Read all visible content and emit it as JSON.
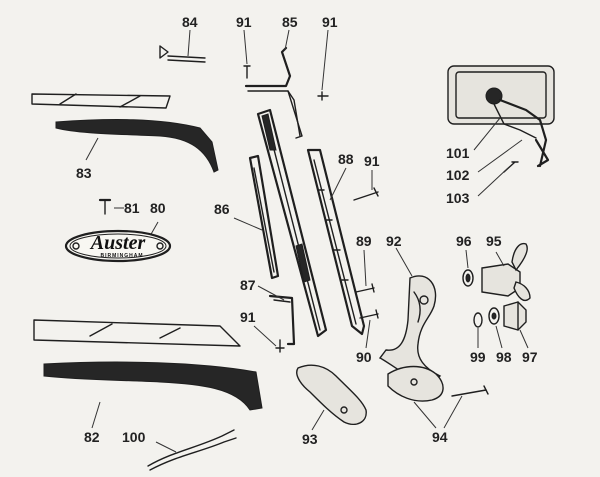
{
  "diagram": {
    "badge": {
      "brand": "Auster",
      "city": "BIRMINGHAM"
    },
    "callouts": [
      {
        "id": "c84",
        "text": "84"
      },
      {
        "id": "c91a",
        "text": "91"
      },
      {
        "id": "c85",
        "text": "85"
      },
      {
        "id": "c91b",
        "text": "91"
      },
      {
        "id": "c83",
        "text": "83"
      },
      {
        "id": "c88",
        "text": "88"
      },
      {
        "id": "c91c",
        "text": "91"
      },
      {
        "id": "c101",
        "text": "101"
      },
      {
        "id": "c102",
        "text": "102"
      },
      {
        "id": "c103",
        "text": "103"
      },
      {
        "id": "c81",
        "text": "81"
      },
      {
        "id": "c80",
        "text": "80"
      },
      {
        "id": "c86",
        "text": "86"
      },
      {
        "id": "c89",
        "text": "89"
      },
      {
        "id": "c92",
        "text": "92"
      },
      {
        "id": "c96",
        "text": "96"
      },
      {
        "id": "c95",
        "text": "95"
      },
      {
        "id": "c87",
        "text": "87"
      },
      {
        "id": "c91d",
        "text": "91"
      },
      {
        "id": "c90",
        "text": "90"
      },
      {
        "id": "c99",
        "text": "99"
      },
      {
        "id": "c98",
        "text": "98"
      },
      {
        "id": "c97",
        "text": "97"
      },
      {
        "id": "c82",
        "text": "82"
      },
      {
        "id": "c100",
        "text": "100"
      },
      {
        "id": "c93",
        "text": "93"
      },
      {
        "id": "c94",
        "text": "94"
      }
    ]
  }
}
